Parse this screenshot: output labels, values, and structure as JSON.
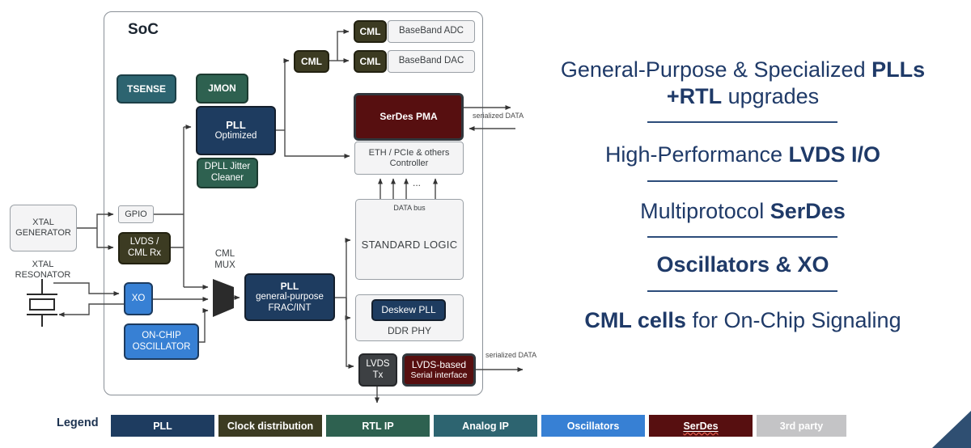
{
  "soc": {
    "title": "SoC",
    "tsense": "TSENSE",
    "jmon": "JMON",
    "pll_optimized": {
      "title": "PLL",
      "sub": "Optimized"
    },
    "dpll": {
      "line1": "DPLL Jitter",
      "line2": "Cleaner"
    },
    "cml_mid": "CML",
    "cml_adc": "CML",
    "cml_dac": "CML",
    "baseband_adc": "BaseBand ADC",
    "baseband_dac": "BaseBand DAC",
    "serdes_pma": "SerDes PMA",
    "eth_controller": {
      "line1": "ETH / PCIe & others",
      "line2": "Controller"
    },
    "data_bus": "DATA bus",
    "standard_logic": "STANDARD LOGIC",
    "deskew_pll": "Deskew PLL",
    "ddr_phy": "DDR PHY",
    "lvds_tx": {
      "line1": "LVDS",
      "line2": "Tx"
    },
    "lvds_serial": {
      "line1": "LVDS-based",
      "line2": "Serial interface"
    },
    "gpio": "GPIO",
    "lvds_cml_rx": {
      "line1": "LVDS /",
      "line2": "CML Rx"
    },
    "xo": "XO",
    "onchip_osc": {
      "line1": "ON-CHIP",
      "line2": "OSCILLATOR"
    },
    "cml_mux": {
      "line1": "CML",
      "line2": "MUX"
    },
    "pll_gp": {
      "title": "PLL",
      "sub1": "general-purpose",
      "sub2": "FRAC/INT"
    },
    "ellipsis": "...",
    "serialized_data_top": "serialized DATA",
    "serialized_data_bottom": "serialized DATA"
  },
  "external": {
    "xtal_generator": {
      "line1": "XTAL",
      "line2": "GENERATOR"
    },
    "xtal_resonator": {
      "line1": "XTAL",
      "line2": "RESONATOR"
    }
  },
  "features": {
    "h1_line1_pre": "General-Purpose & Specialized ",
    "h1_line1_bold": "PLLs",
    "h1_line2_bold": "+RTL",
    "h1_line2_post": " upgrades",
    "h2_pre": "High-Performance ",
    "h2_bold": "LVDS I/O",
    "h3_pre": "Multiprotocol ",
    "h3_bold": "SerDes",
    "h4_bold": "Oscillators & XO",
    "h5_bold": "CML cells",
    "h5_post": " for On-Chip Signaling"
  },
  "legend": {
    "label": "Legend",
    "items": [
      {
        "label": "PLL",
        "color": "#1e3c60"
      },
      {
        "label": "Clock distribution",
        "color": "#3c3b22"
      },
      {
        "label": "RTL IP",
        "color": "#2e6150"
      },
      {
        "label": "Analog IP",
        "color": "#2d6470"
      },
      {
        "label": "Oscillators",
        "color": "#3780d4"
      },
      {
        "label": "SerDes",
        "color": "#570f10",
        "underline": true
      },
      {
        "label": "3rd party",
        "color": "#c4c4c6"
      }
    ]
  },
  "colors": {
    "pll_navy": "#1e3c60",
    "clock_olive": "#3c3b22",
    "rtl_green": "#2e6150",
    "analog_teal": "#2d6470",
    "oscillator_blue": "#3780d4",
    "serdes_maroon": "#570f10",
    "third_party_gray": "#c4c4c6",
    "lvds_tx_gray": "#3d4043",
    "heading_navy": "#1f3a68",
    "separator_navy": "#2c4c7a",
    "wire_gray": "#4a4a4a",
    "squiggle_red": "#e05b4b",
    "corner_triangle": "#2f4f72"
  }
}
